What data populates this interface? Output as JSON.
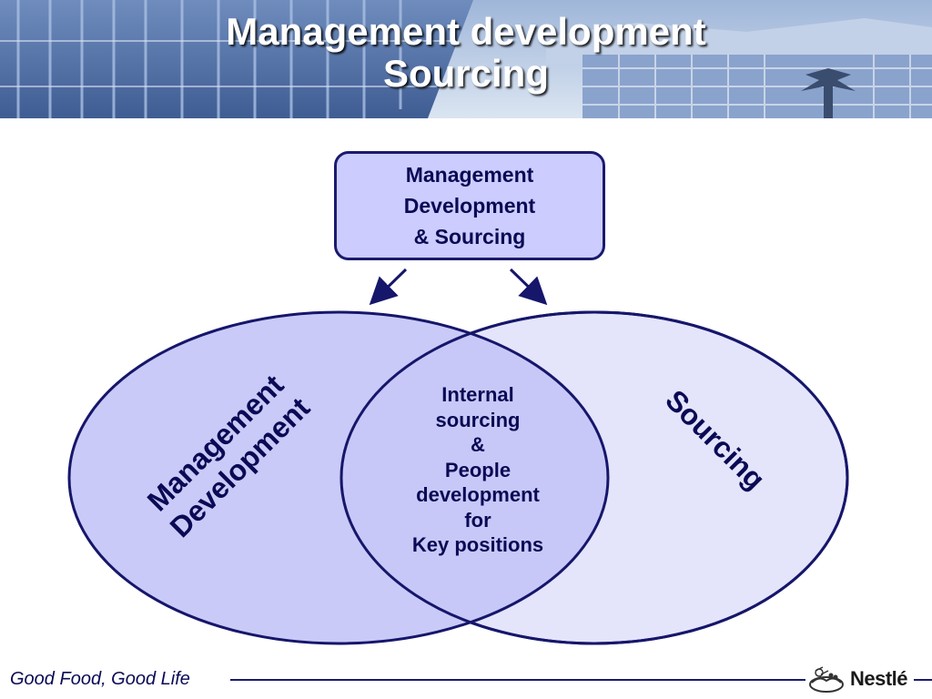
{
  "title": {
    "line1": "Management development",
    "line2": "Sourcing"
  },
  "top_box": {
    "line1": "Management",
    "line2": "Development",
    "line3": "& Sourcing"
  },
  "left_ellipse": {
    "line1": "Management",
    "line2": "Development"
  },
  "right_ellipse": {
    "label": "Sourcing"
  },
  "intersection": {
    "lines": [
      "Internal",
      "sourcing",
      "&",
      "People",
      "development",
      "for",
      "Key positions"
    ]
  },
  "footer": {
    "slogan": "Good Food, Good Life",
    "logo_text": "Nestlé"
  },
  "colors": {
    "left_fill": "#c6c6f7",
    "right_fill": "#e4e4fb",
    "outline": "#16166b",
    "text": "#0a0a55"
  },
  "icons": {
    "logo": "nestle-nest-icon",
    "arrows": "arrow-down-left, arrow-down-right"
  }
}
